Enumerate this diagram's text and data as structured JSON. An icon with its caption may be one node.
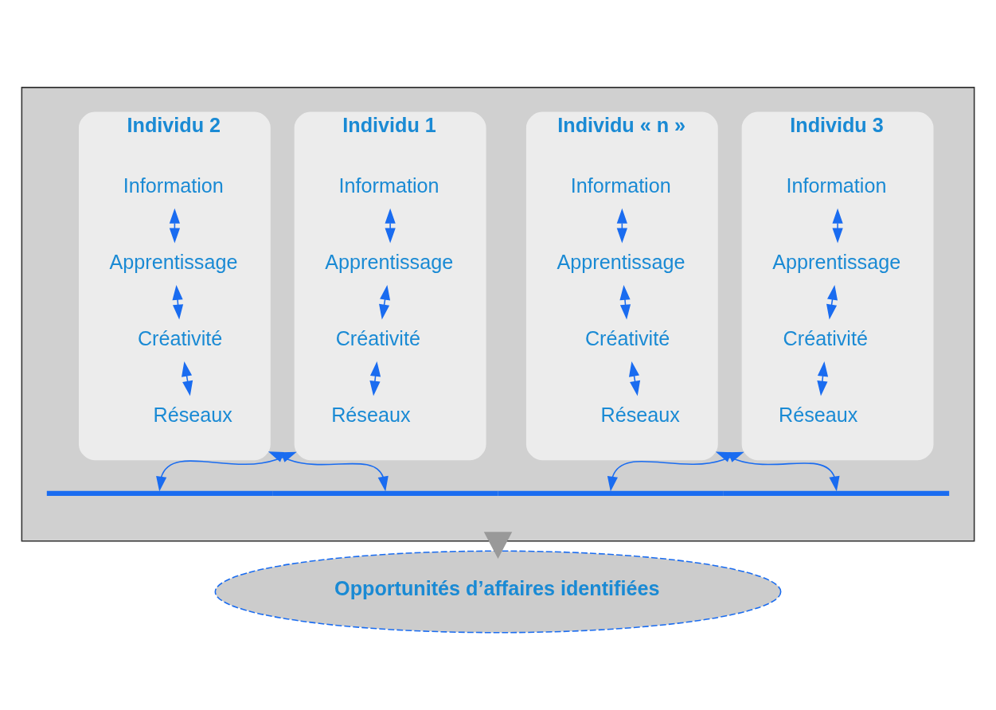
{
  "diagram": {
    "nodes": [
      {
        "text": [],
        "shape": "box"
      },
      {
        "text": [
          "Individu 1"
        ],
        "in": 0
      },
      {
        "text": [
          "Information"
        ],
        "in": 1
      },
      {
        "text": [
          "Apprentissage"
        ],
        "in": 1
      },
      {
        "text": [
          "Créativité"
        ],
        "in": 1
      },
      {
        "text": [
          "Réseaux"
        ],
        "in": 1
      },
      {
        "text": [
          "Individu 2"
        ],
        "in": 0
      },
      {
        "text": [
          "Information"
        ],
        "in": 6
      },
      {
        "text": [
          "Apprentissage"
        ],
        "in": 6
      },
      {
        "text": [
          "Créativité"
        ],
        "in": 6
      },
      {
        "text": [
          "Réseaux"
        ],
        "in": 6
      },
      {
        "text": [
          "Individu 3"
        ],
        "in": 0
      },
      {
        "text": [
          "Information"
        ],
        "in": 11
      },
      {
        "text": [
          "Apprentissage"
        ],
        "in": 11
      },
      {
        "text": [
          "Créativité"
        ],
        "in": 11
      },
      {
        "text": [
          "Réseaux"
        ],
        "in": 11
      },
      {
        "text": [
          "Individu « n »"
        ],
        "in": 0
      },
      {
        "text": [
          "Information"
        ],
        "in": 16
      },
      {
        "text": [
          "Apprentissage"
        ],
        "in": 16
      },
      {
        "text": [
          "Créativité"
        ],
        "in": 16
      },
      {
        "text": [
          "Réseaux"
        ],
        "in": 16
      },
      {
        "text": [],
        "shape": "bar",
        "in": 0
      },
      {
        "text": [
          "Opportunités d’affaires identifiées"
        ]
      }
    ],
    "edges": [
      {
        "from": 2,
        "to": 3,
        "arrow": "both"
      },
      {
        "from": 3,
        "to": 4,
        "arrow": "both"
      },
      {
        "from": 4,
        "to": 5,
        "arrow": "both"
      },
      {
        "from": 7,
        "to": 8,
        "arrow": "both"
      },
      {
        "from": 8,
        "to": 9,
        "arrow": "both"
      },
      {
        "from": 9,
        "to": 10,
        "arrow": "both"
      },
      {
        "from": 12,
        "to": 13,
        "arrow": "both"
      },
      {
        "from": 13,
        "to": 14,
        "arrow": "both"
      },
      {
        "from": 14,
        "to": 15,
        "arrow": "both"
      },
      {
        "from": 17,
        "to": 18,
        "arrow": "both"
      },
      {
        "from": 18,
        "to": 19,
        "arrow": "both"
      },
      {
        "from": 19,
        "to": 20,
        "arrow": "both"
      },
      {
        "from": 1,
        "to": 21,
        "arrow": "both"
      },
      {
        "from": 6,
        "to": 21,
        "arrow": "both"
      },
      {
        "from": 11,
        "to": 21,
        "arrow": "both"
      },
      {
        "from": 16,
        "to": 21,
        "arrow": "both"
      },
      {
        "from": 0,
        "to": 22,
        "arrow": "to",
        "style": "thick",
        "color": "#999999"
      }
    ]
  }
}
